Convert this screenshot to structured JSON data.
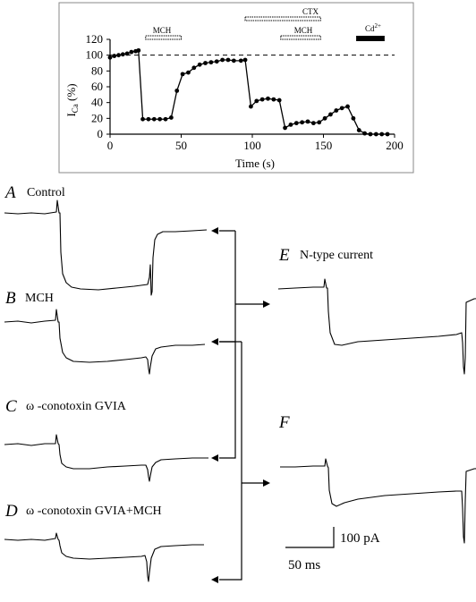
{
  "chart_data": {
    "type": "line",
    "xlabel": "Time (s)",
    "ylabel_main": "I",
    "ylabel_sub": "Ca",
    "ylabel_unit": "(%)",
    "xlim": [
      0,
      200
    ],
    "ylim": [
      0,
      120
    ],
    "x_ticks": [
      0,
      50,
      100,
      150,
      200
    ],
    "y_ticks": [
      0,
      20,
      40,
      60,
      80,
      100,
      120
    ],
    "reference_line_y": 100,
    "reference_line_style": "dashed",
    "series": [
      {
        "x": [
          0,
          3,
          6,
          9,
          12,
          15,
          18,
          20,
          23,
          27,
          31,
          35,
          39,
          43,
          47,
          51,
          55,
          59,
          63,
          67,
          71,
          75,
          79,
          83,
          87,
          92,
          95,
          99,
          103,
          107,
          111,
          115,
          119,
          123,
          127,
          131,
          135,
          139,
          143,
          147,
          151,
          155,
          159,
          163,
          167,
          171,
          175,
          179,
          183,
          187,
          191,
          195
        ],
        "y": [
          97,
          99,
          100,
          101,
          102,
          104,
          105,
          106,
          19,
          19,
          19,
          19,
          19,
          21,
          55,
          76,
          78,
          84,
          88,
          90,
          91,
          92,
          94,
          94,
          93,
          93,
          94,
          35,
          42,
          44,
          45,
          44,
          43,
          8,
          12,
          14,
          15,
          16,
          14,
          15,
          20,
          25,
          30,
          33,
          35,
          20,
          5,
          1,
          0,
          0,
          0,
          0
        ]
      }
    ],
    "treatment_bars": [
      {
        "label": "MCH",
        "start": 25,
        "end": 50
      },
      {
        "label": "CTX",
        "start": 95,
        "end": 148
      },
      {
        "label": "MCH",
        "start": 120,
        "end": 148
      },
      {
        "label": "Cd2+",
        "start": 173,
        "end": 193
      }
    ]
  },
  "panels": {
    "A": {
      "letter": "A",
      "title": "Control"
    },
    "B": {
      "letter": "B",
      "title": "MCH"
    },
    "C": {
      "letter": "C",
      "title": "ω -conotoxin GVIA"
    },
    "D": {
      "letter": "D",
      "title": "ω -conotoxin GVIA+MCH"
    },
    "E": {
      "letter": "E",
      "title": "N-type current"
    },
    "F": {
      "letter": "F",
      "title": ""
    }
  },
  "inset_bar_labels": {
    "mch1": "MCH",
    "ctx": "CTX",
    "mch2": "MCH",
    "cd_base": "Cd",
    "cd_sup": "2+"
  },
  "scale_bar": {
    "current_label": "100 pA",
    "time_label": "50 ms"
  }
}
